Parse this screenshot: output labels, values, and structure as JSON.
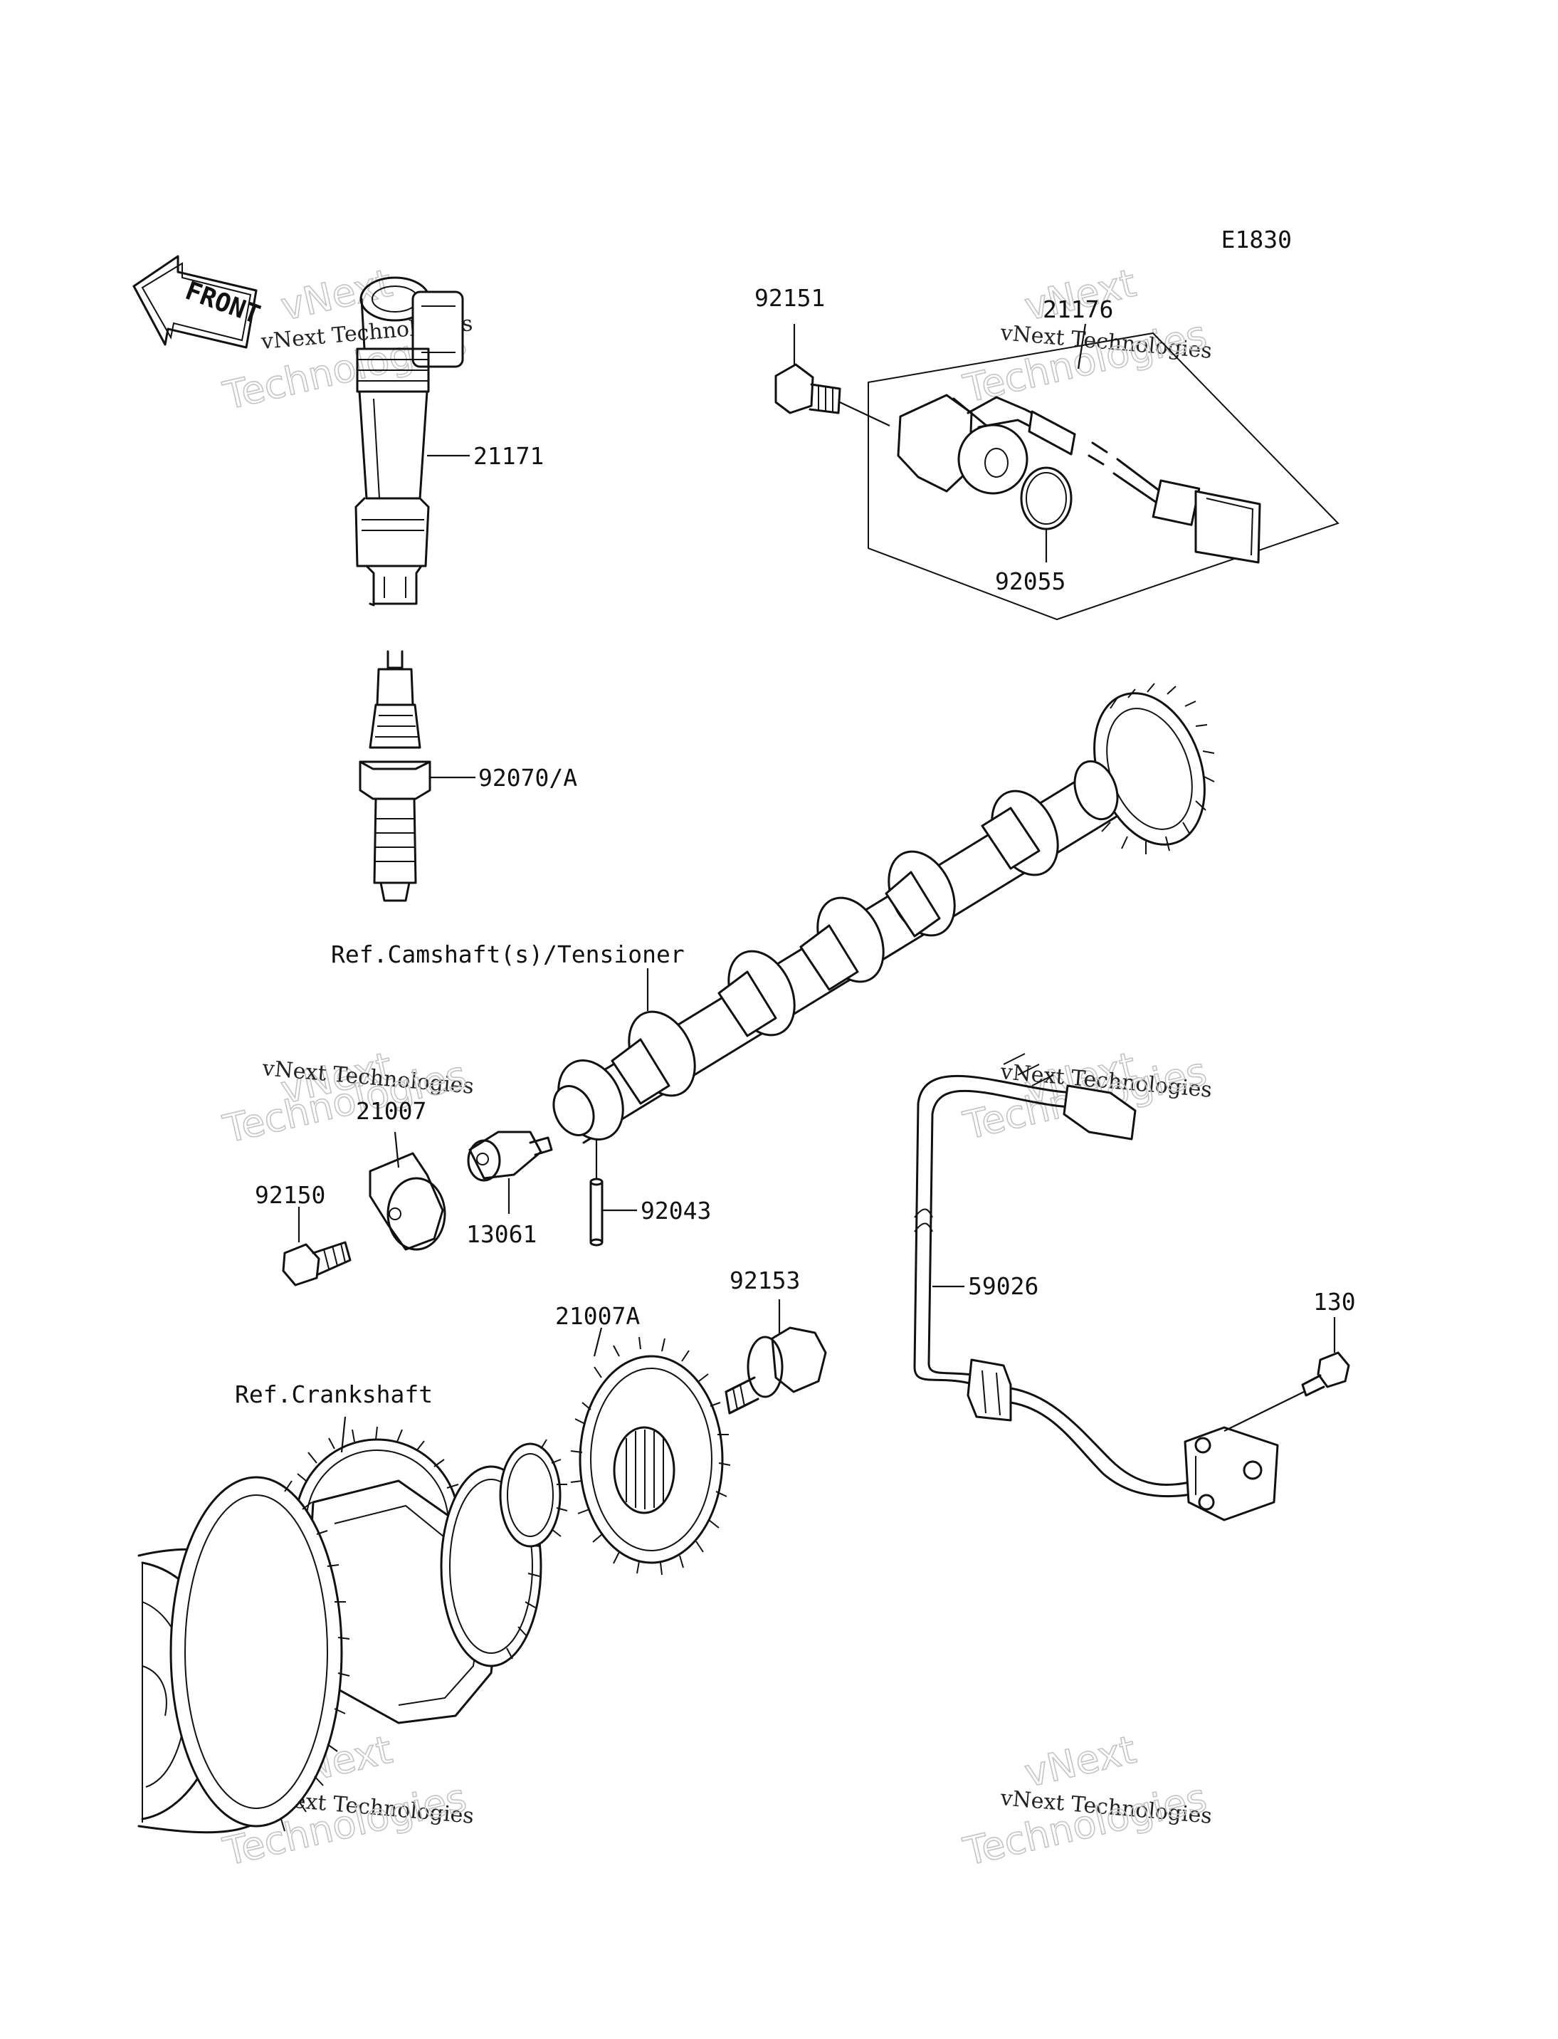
{
  "diagram_code": "E1830",
  "front_label": "FRONT",
  "watermark": {
    "top_line": "vNext",
    "mid_line": "vNext Technologies",
    "bottom_line": "Technologies"
  },
  "parts": {
    "p21171": "21171",
    "p92151": "92151",
    "p21176": "21176",
    "p92055": "92055",
    "p92070A": "92070/A",
    "ref_camshaft": "Ref.Camshaft(s)/Tensioner",
    "p21007": "21007",
    "p92150": "92150",
    "p13061": "13061",
    "p92043": "92043",
    "p59026": "59026",
    "p130": "130",
    "p92153": "92153",
    "p21007A": "21007A",
    "ref_crankshaft": "Ref.Crankshaft"
  }
}
